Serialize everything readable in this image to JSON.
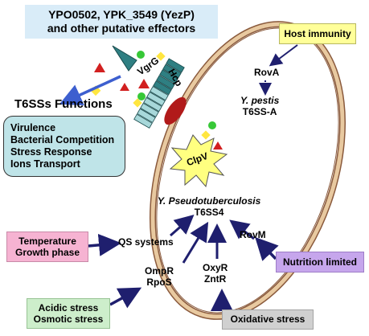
{
  "effectors": {
    "line1": "YPO0502, YPK_3549 (YezP)",
    "line2": "and other putative effectors"
  },
  "host_immunity": "Host immunity",
  "functions_title": "T6SSs Functions",
  "functions": [
    "Virulence",
    "Bacterial Competition",
    "Stress Response",
    "Ions Transport"
  ],
  "vgrg": "VgrG",
  "hcp": "Hcp",
  "clpv": "ClpV",
  "rova": "RovA",
  "ypestis": {
    "line1": "Y. pestis",
    "line2": "T6SS-A"
  },
  "ypseudo": {
    "line1": "Y. Pseudotuberculosis",
    "line2": "T6SS4"
  },
  "qs": "QS systems",
  "rovm": "RovM",
  "ompr": {
    "line1": "OmpR",
    "line2": "RpoS"
  },
  "oxyr": {
    "line1": "OxyR",
    "line2": "ZntR"
  },
  "temperature": {
    "line1": "Temperature",
    "line2": "Growth phase"
  },
  "nutrition": "Nutrition limited",
  "acid": {
    "line1": "Acidic stress",
    "line2": "Osmotic stress"
  },
  "oxidative": "Oxidative stress",
  "colors": {
    "membrane": "#e8c9a0",
    "membrane_stroke": "#8a5a3c",
    "arrow": "#1f1f6e",
    "effectors_bg": "#d9ecf8",
    "host_bg": "#ffff99",
    "functions_bg": "#bfe4e8",
    "temp_bg": "#f6b3d2",
    "nutrition_bg": "#c6a6ec",
    "acid_bg": "#cdeecb",
    "oxidative_bg": "#d0d0d0",
    "clpv_fill": "#ffff80",
    "tube_dark": "#2f7f82",
    "tube_light": "#a8d8da",
    "effector_red": "#d22020",
    "effector_green": "#37c837",
    "effector_yellow": "#ffe640"
  }
}
